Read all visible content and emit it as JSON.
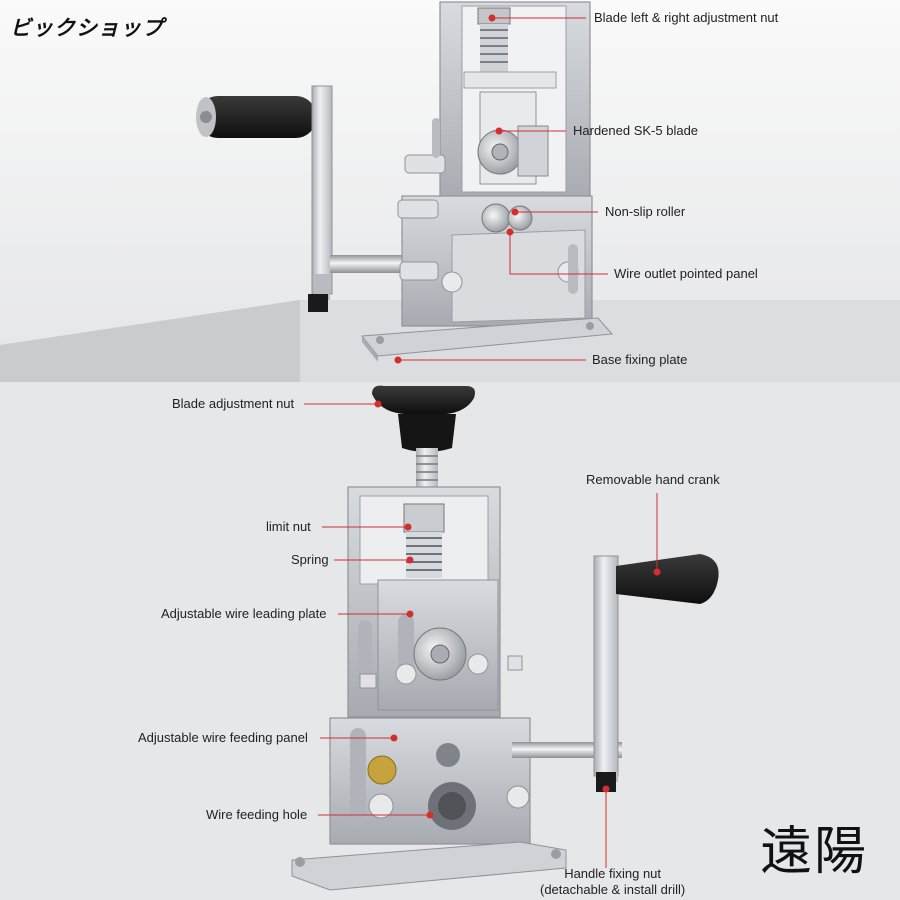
{
  "shop_name": "ビックショップ",
  "seller_mark": "遠陽",
  "colors": {
    "leader": "#d32f2f",
    "steel": "#c9ccd1",
    "handle": "#1c1c1c",
    "brass": "#c8a23c"
  },
  "labels_top": {
    "blade_lr_nut": "Blade left & right adjustment  nut",
    "sk5_blade": "Hardened SK-5 blade",
    "roller": "Non-slip roller",
    "outlet_panel": "Wire outlet pointed panel",
    "base_plate": "Base fixing plate"
  },
  "labels_bottom": {
    "blade_nut": "Blade adjustment nut",
    "hand_crank": "Removable hand crank",
    "limit_nut": "limit nut",
    "spring": "Spring",
    "leading_plate": "Adjustable wire leading plate",
    "feeding_panel": "Adjustable wire feeding panel",
    "feeding_hole": "Wire feeding hole",
    "handle_nut_line1": "Handle fixing nut",
    "handle_nut_line2": "(detachable & install drill)"
  }
}
